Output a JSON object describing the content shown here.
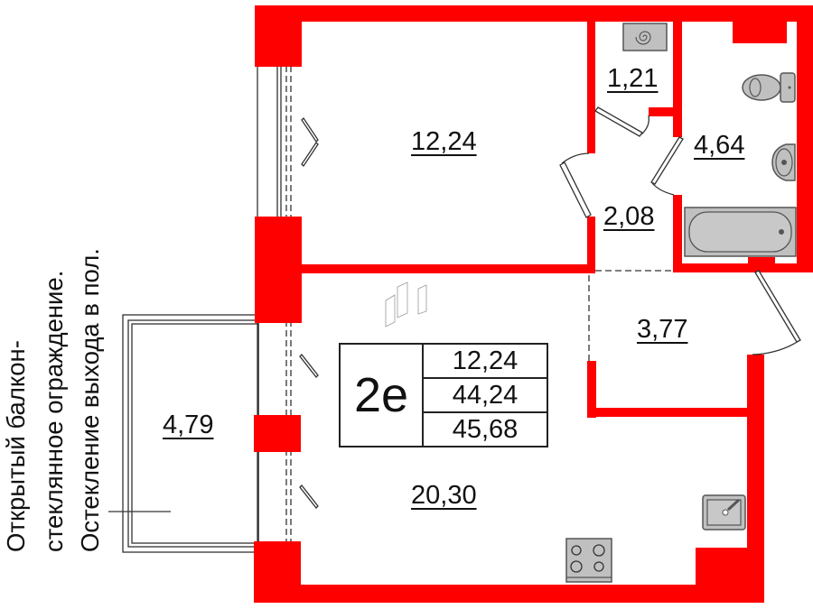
{
  "plan": {
    "apartment_type": "2е",
    "summary": {
      "living_area": "12,24",
      "total_area": "44,24",
      "total_area_with_balcony": "45,68"
    },
    "rooms": [
      {
        "id": "bedroom",
        "area": "12,24"
      },
      {
        "id": "storage",
        "area": "1,21"
      },
      {
        "id": "bathroom",
        "area": "4,64"
      },
      {
        "id": "hallway",
        "area": "2,08"
      },
      {
        "id": "entrance",
        "area": "3,77"
      },
      {
        "id": "kitchen-living",
        "area": "20,30"
      },
      {
        "id": "balcony",
        "area": "4,79"
      }
    ],
    "notes": [
      "Открытый балкон-",
      "стеклянное ограждение.",
      "Остекление выхода в пол."
    ],
    "fixtures": [
      "boiler-icon",
      "toilet-icon",
      "washbasin-icon",
      "bathtub-icon",
      "sink-icon",
      "stove-icon",
      "radiator-icon"
    ],
    "colors": {
      "wall": "#ff0000",
      "fixture": "#c0c0c0",
      "line": "#333333"
    }
  }
}
